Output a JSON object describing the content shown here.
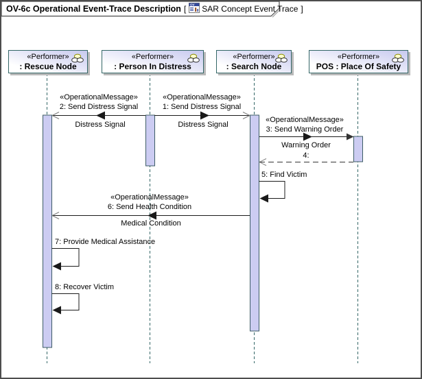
{
  "frame": {
    "title": "OV-6c Operational Event-Trace Description",
    "bracket_open": "[",
    "bracket_close": "]",
    "diagram_name": "SAR Concept Event Trace",
    "icon_label": "OV"
  },
  "performers": [
    {
      "stereotype": "«Performer»",
      "name": ": Rescue Node"
    },
    {
      "stereotype": "«Performer»",
      "name": ": Person In Distress"
    },
    {
      "stereotype": "«Performer»",
      "name": ": Search Node"
    },
    {
      "stereotype": "«Performer»",
      "name": "POS : Place Of Safety"
    }
  ],
  "messages": {
    "m1": {
      "stereotype": "«OperationalMessage»",
      "label": "1: Send Distress Signal",
      "conveyed": "Distress Signal",
      "from": ": Person In Distress",
      "to": ": Search Node",
      "kind": "async"
    },
    "m2": {
      "stereotype": "«OperationalMessage»",
      "label": "2: Send Distress Signal",
      "conveyed": "Distress Signal",
      "from": ": Person In Distress",
      "to": ": Rescue Node",
      "kind": "async"
    },
    "m3": {
      "stereotype": "«OperationalMessage»",
      "label": "3: Send Warning Order",
      "conveyed": "Warning Order",
      "from": ": Search Node",
      "to": "POS : Place Of Safety",
      "kind": "sync"
    },
    "m4": {
      "label": "4:",
      "from": "POS : Place Of Safety",
      "to": ": Search Node",
      "kind": "reply"
    },
    "m5": {
      "label": "5: Find Victim",
      "from": ": Search Node",
      "to": ": Search Node",
      "kind": "self"
    },
    "m6": {
      "stereotype": "«OperationalMessage»",
      "label": "6: Send Health Condition",
      "conveyed": "Medical Condition",
      "from": ": Search Node",
      "to": ": Rescue Node",
      "kind": "async"
    },
    "m7": {
      "label": "7: Provide Medical Assistance",
      "from": ": Rescue Node",
      "to": ": Rescue Node",
      "kind": "self"
    },
    "m8": {
      "label": "8: Recover Victim",
      "from": ": Rescue Node",
      "to": ": Rescue Node",
      "kind": "self"
    }
  },
  "colors": {
    "frame_border": "#4d4d4d",
    "performer_box_border": "#336666",
    "performer_fill_top": "#c7c9ef",
    "performer_icon_yellow": "#ffffcc",
    "lifeline": "#336666",
    "activation_fill": "#ccccf2",
    "activation_border": "#3d5c66",
    "message_line": "#1a1a1a",
    "open_arrowhead": "#7f7f7f",
    "shadow": "#b9b9b9"
  }
}
